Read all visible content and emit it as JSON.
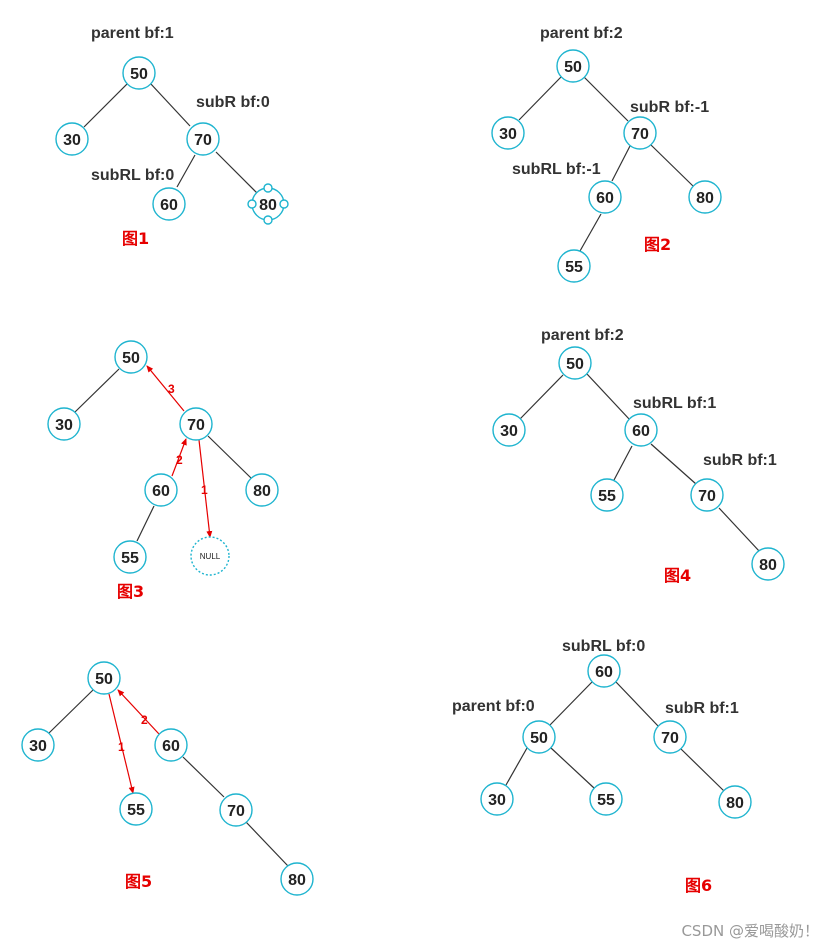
{
  "accent_color": "#1eb4cf",
  "arrow_color": "#e60000",
  "figures": [
    {
      "caption": "图1",
      "labels": [
        "parent bf:1",
        "subR bf:0",
        "subRL bf:0"
      ],
      "nodes": [
        "50",
        "30",
        "70",
        "60",
        "80"
      ],
      "selected_node": "80"
    },
    {
      "caption": "图2",
      "labels": [
        "parent bf:2",
        "subR bf:-1",
        "subRL bf:-1"
      ],
      "nodes": [
        "50",
        "30",
        "70",
        "60",
        "80",
        "55"
      ]
    },
    {
      "caption": "图3",
      "labels": [],
      "nodes": [
        "50",
        "30",
        "70",
        "60",
        "80",
        "55",
        "NULL"
      ],
      "arrow_labels": [
        "3",
        "2",
        "1"
      ]
    },
    {
      "caption": "图4",
      "labels": [
        "parent bf:2",
        "subRL bf:1",
        "subR bf:1"
      ],
      "nodes": [
        "50",
        "30",
        "60",
        "55",
        "70",
        "80"
      ]
    },
    {
      "caption": "图5",
      "labels": [],
      "nodes": [
        "50",
        "30",
        "55",
        "60",
        "70",
        "80"
      ],
      "arrow_labels": [
        "1",
        "2"
      ]
    },
    {
      "caption": "图6",
      "labels": [
        "subRL bf:0",
        "parent bf:0",
        "subR bf:1"
      ],
      "nodes": [
        "60",
        "50",
        "70",
        "30",
        "55",
        "80"
      ]
    }
  ],
  "watermark": "CSDN @爱喝酸奶！"
}
